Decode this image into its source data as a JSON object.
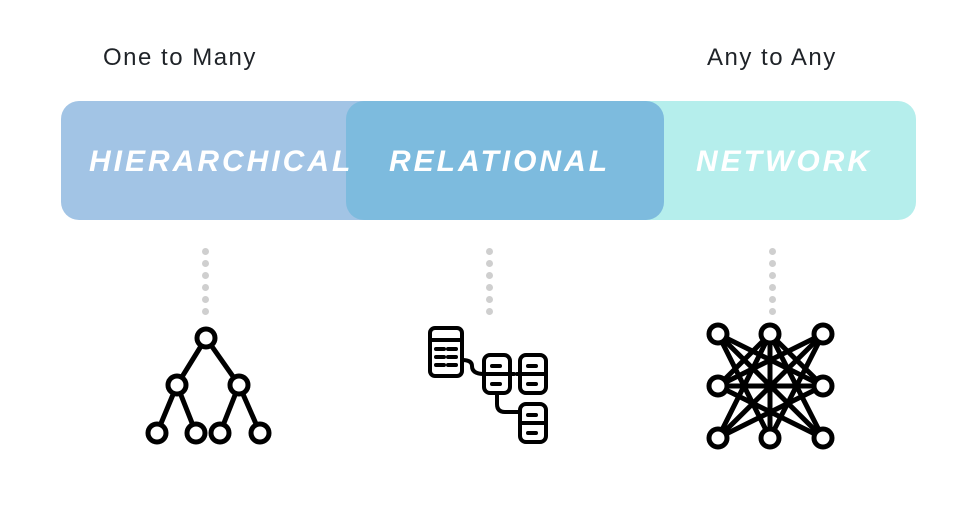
{
  "labels": {
    "left": "One to Many",
    "right": "Any to Any"
  },
  "bands": [
    {
      "label": "HIERARCHICAL",
      "color": "#a2c4e5"
    },
    {
      "label": "RELATIONAL",
      "color": "#7dbbde"
    },
    {
      "label": "NETWORK",
      "color": "#b5eeec"
    }
  ],
  "icons": [
    "hierarchy-tree-icon",
    "relational-tables-icon",
    "network-mesh-icon"
  ]
}
